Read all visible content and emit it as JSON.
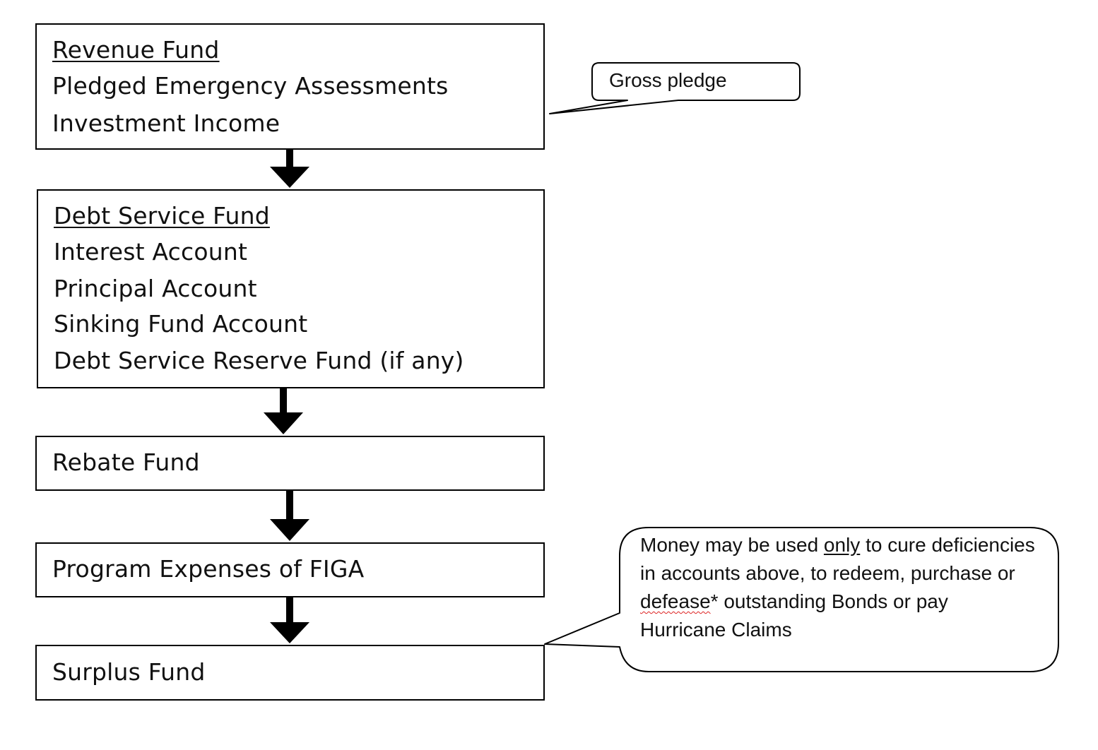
{
  "boxes": {
    "revenue": {
      "title": "Revenue Fund",
      "lines": [
        "Pledged Emergency Assessments",
        "Investment Income"
      ]
    },
    "debt_service": {
      "title": "Debt Service Fund",
      "lines": [
        "Interest Account",
        "Principal Account",
        "Sinking Fund Account",
        "Debt Service Reserve Fund (if any)"
      ]
    },
    "rebate": {
      "title": "Rebate Fund"
    },
    "program": {
      "title": "Program Expenses of FIGA"
    },
    "surplus": {
      "title": "Surplus Fund"
    }
  },
  "callouts": {
    "gross_pledge": {
      "text": "Gross pledge"
    },
    "surplus_note": {
      "part1": "Money may be used ",
      "emphasis": "only",
      "part2": " to cure deficiencies in accounts above, to redeem, purchase or ",
      "flagged_word": "defease",
      "part3": "* outstanding Bonds or pay Hurricane Claims"
    }
  },
  "colors": {
    "border": "#000000",
    "arrow": "#000000",
    "spellcheck": "#d22222"
  }
}
